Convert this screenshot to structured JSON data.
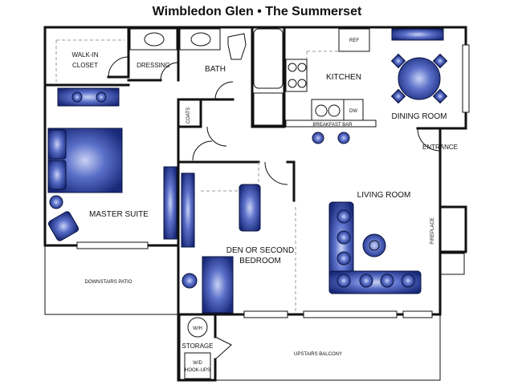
{
  "title": {
    "property": "Wimbledon Glen",
    "separator": "•",
    "plan": "The Summerset"
  },
  "rooms": {
    "walk_in_closet_1": "WALK-IN",
    "walk_in_closet_2": "CLOSET",
    "dressing": "DRESSING",
    "bath": "BATH",
    "kitchen": "KITCHEN",
    "ref": "REF",
    "dw": "DW",
    "breakfast_bar": "BREAKFAST BAR",
    "dining_room": "DINING ROOM",
    "coats": "COATS",
    "entrance": "ENTRANCE",
    "master_suite": "MASTER SUITE",
    "living_room": "LIVING ROOM",
    "fireplace": "FIREPLACE",
    "den_1": "DEN OR SECOND",
    "den_2": "BEDROOM",
    "downstairs_patio": "DOWNSTAIRS PATIO",
    "wh": "W/H",
    "storage": "STORAGE",
    "wd": "W/D",
    "hookups": "HOOK-UPS",
    "upstairs_balcony": "UPSTAIRS  BALCONY"
  },
  "colors": {
    "wall": "#111111",
    "furniture_light": "#b8c4f0",
    "furniture_dark": "#1a2a7a"
  }
}
